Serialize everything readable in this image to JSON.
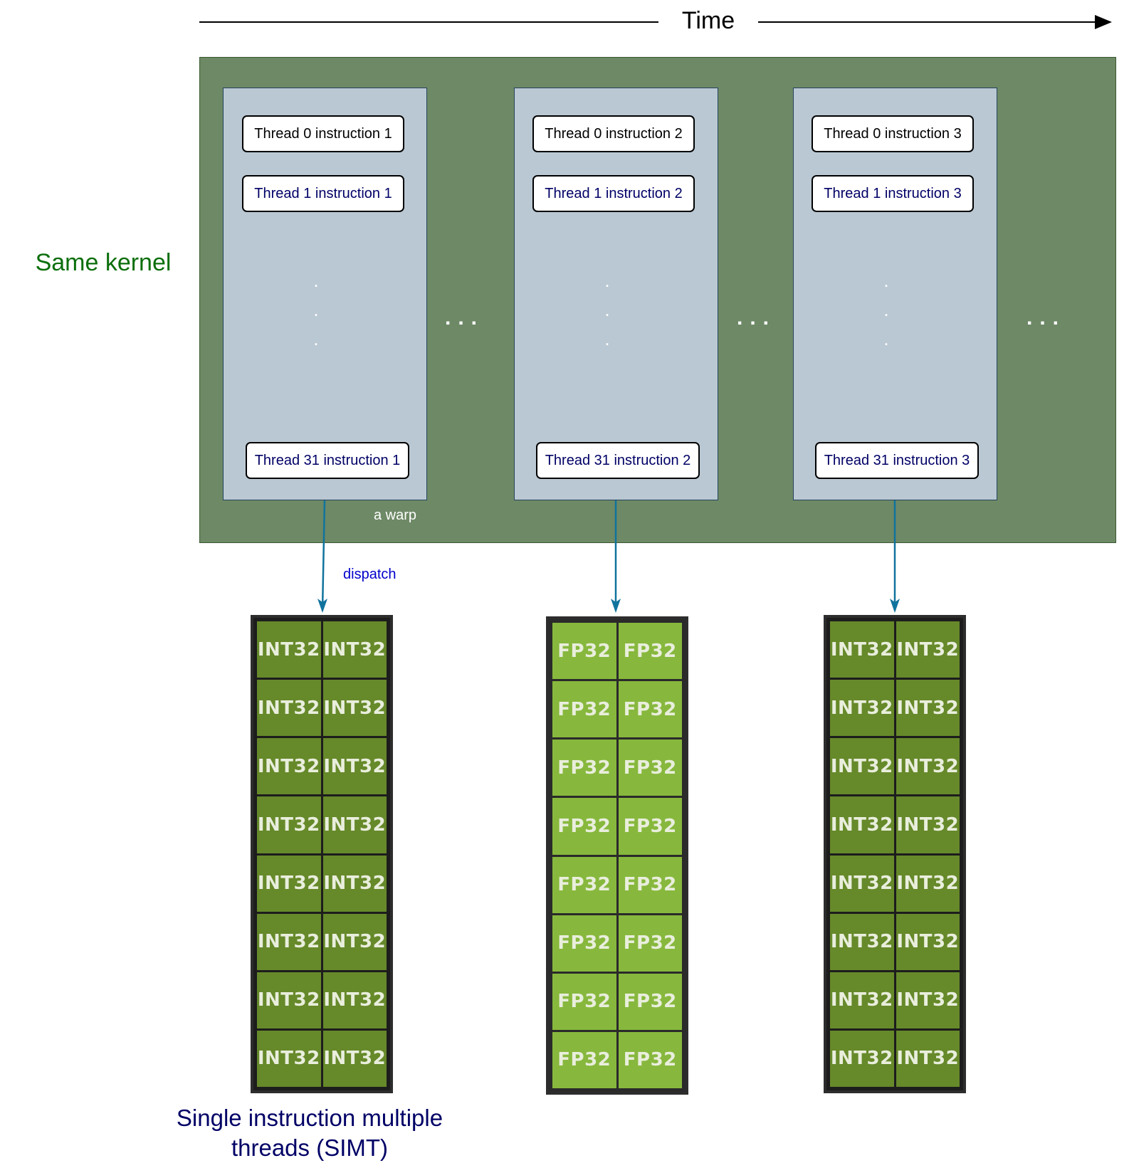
{
  "time_axis": {
    "label": "Time"
  },
  "kernel": {
    "label": "Same kernel"
  },
  "colors": {
    "kernel_bg": "#6e8966",
    "kernel_label": "#0b6e0b",
    "warp_bg": "#bac8d3",
    "thread0_text": "#000000",
    "thread_other_text": "#000066",
    "arrow": "#10739e",
    "dispatch_text": "#0000cc",
    "int32_cell": "#66892a",
    "fp32_cell": "#87b83d",
    "caption_text": "#000066"
  },
  "warps": [
    {
      "t0": "Thread 0 instruction 1",
      "t1": "Thread 1 instruction 1",
      "t31": "Thread 31 instruction 1"
    },
    {
      "t0": "Thread 0 instruction 2",
      "t1": "Thread 1 instruction 2",
      "t31": "Thread 31 instruction 2"
    },
    {
      "t0": "Thread 0 instruction 3",
      "t1": "Thread 1 instruction 3",
      "t31": "Thread 31 instruction 3"
    }
  ],
  "ellipsis": {
    "vertical": ".",
    "horizontal": "..."
  },
  "warp_label": "a warp",
  "dispatch_label": "dispatch",
  "units": [
    {
      "type": "INT32",
      "label": "INT32",
      "rows": 8,
      "cols": 2
    },
    {
      "type": "FP32",
      "label": "FP32",
      "rows": 8,
      "cols": 2
    },
    {
      "type": "INT32",
      "label": "INT32",
      "rows": 8,
      "cols": 2
    }
  ],
  "caption": {
    "line1": "Single instruction multiple",
    "line2": "threads (SIMT)"
  }
}
